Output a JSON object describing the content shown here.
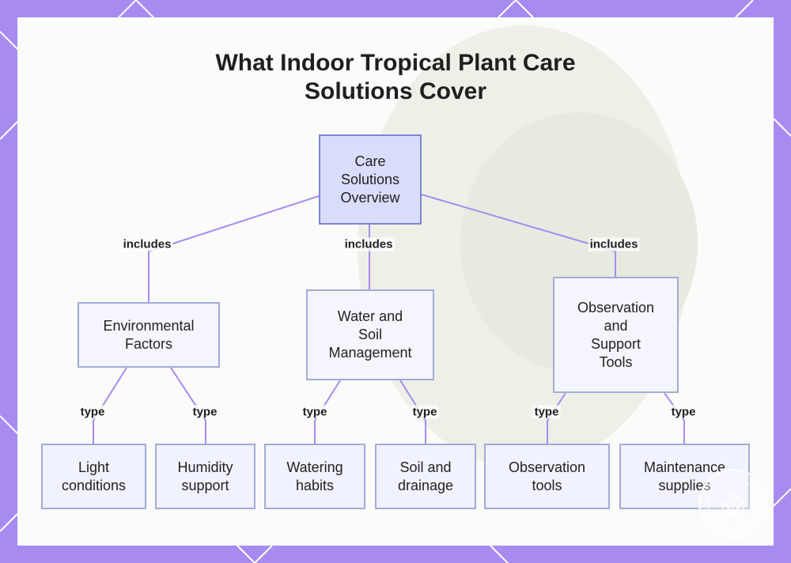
{
  "title": "What Indoor Tropical Plant Care Solutions Cover",
  "colors": {
    "frame": "#a78bf0",
    "panel": "#fbfbfa",
    "edge": "#a78bf0",
    "node_border": "#a3abd9",
    "root_fill": "#d9dcfb",
    "node_fill": "#f5f6fd"
  },
  "nodes": {
    "root": "Care\nSolutions\nOverview",
    "environmental": "Environmental\nFactors",
    "water_soil": "Water and\nSoil\nManagement",
    "observation_support": "Observation\nand\nSupport\nTools",
    "light": "Light\nconditions",
    "humidity": "Humidity\nsupport",
    "watering": "Watering\nhabits",
    "soil_drainage": "Soil and\ndrainage",
    "observation_tools": "Observation\ntools",
    "maintenance": "Maintenance\nsupplies"
  },
  "edges": {
    "root_environmental": "includes",
    "root_water_soil": "includes",
    "root_observation_support": "includes",
    "environmental_light": "type",
    "environmental_humidity": "type",
    "water_soil_watering": "type",
    "water_soil_drainage": "type",
    "observation_support_tools": "type",
    "observation_support_maintenance": "type"
  },
  "badge_icon": "plant-logo-icon"
}
